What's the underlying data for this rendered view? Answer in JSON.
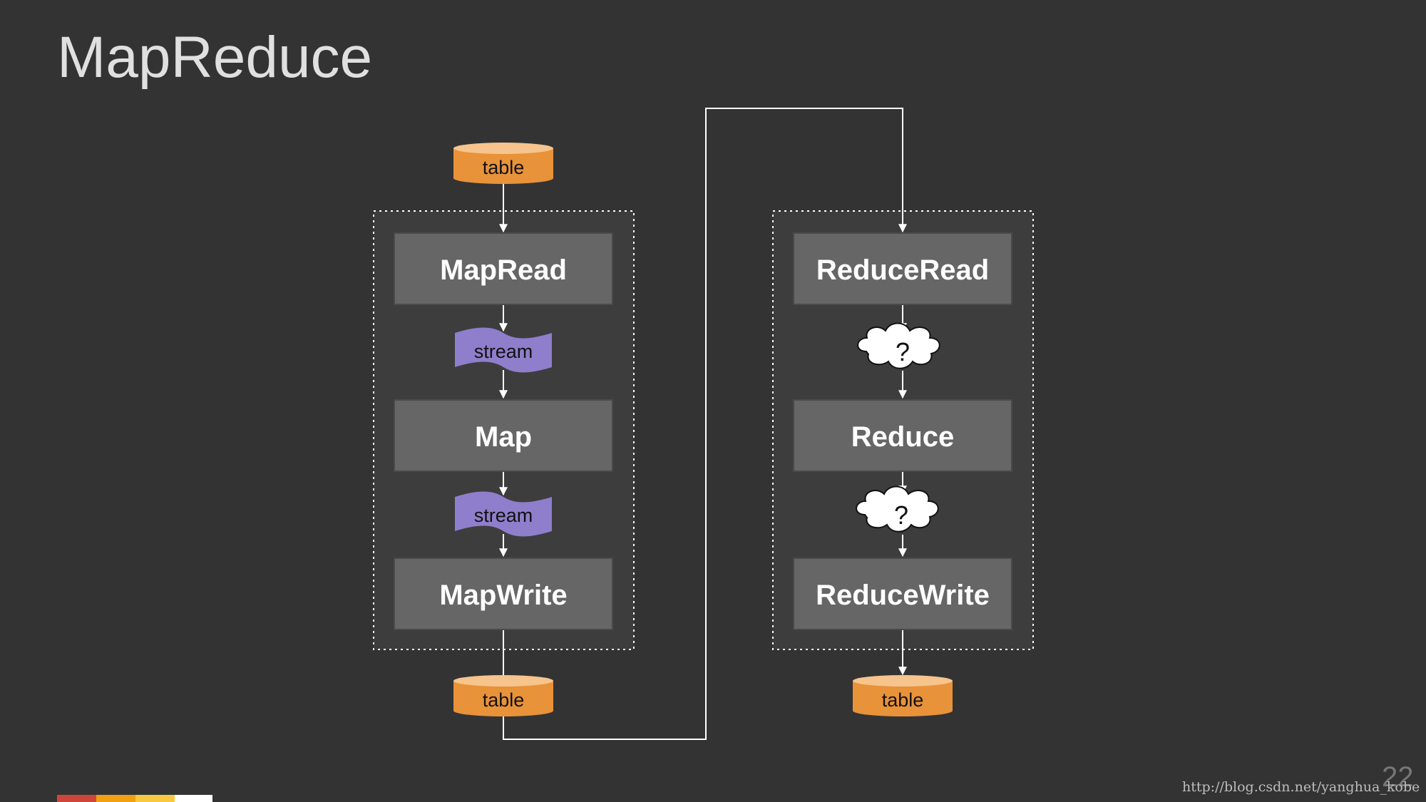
{
  "slide": {
    "title": "MapReduce",
    "page_number": "22",
    "watermark": "http://blog.csdn.net/yanghua_kobe"
  },
  "colors": {
    "background": "#333333",
    "group_fill": "#3d3d3d",
    "stage_fill": "#666666",
    "table_fill": "#e8923a",
    "table_top": "#f6c48c",
    "stream_fill": "#8f7ecb",
    "cloud_fill": "#ffffff",
    "connector": "#ffffff",
    "accent_bar": [
      "#d0453a",
      "#f0a010",
      "#f8c840",
      "#ffffff"
    ]
  },
  "diagram": {
    "map_side": {
      "input": "table",
      "stages": [
        "MapRead",
        "Map",
        "MapWrite"
      ],
      "intermediates": [
        "stream",
        "stream"
      ],
      "output": "table"
    },
    "reduce_side": {
      "stages": [
        "ReduceRead",
        "Reduce",
        "ReduceWrite"
      ],
      "intermediates": [
        "?",
        "?"
      ],
      "output": "table"
    }
  }
}
